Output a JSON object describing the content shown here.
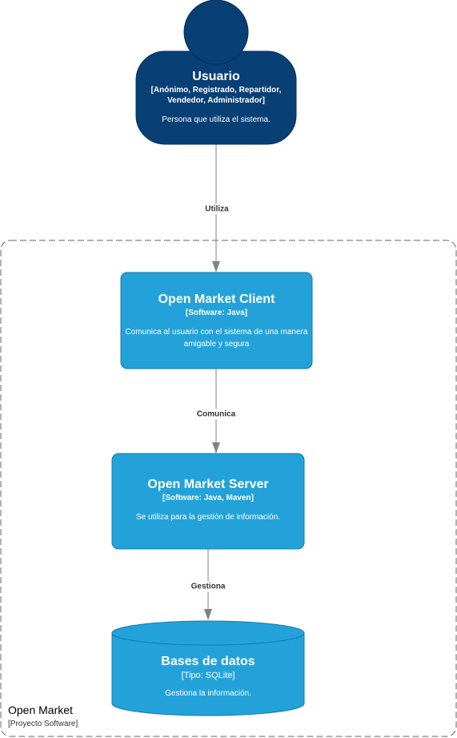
{
  "colors": {
    "person": "#083f75",
    "person_stroke": "#06315c",
    "container": "#23a2d9",
    "container_stroke": "#0e7db0",
    "edge": "#828282",
    "boundary": "#666666"
  },
  "person": {
    "title": "Usuario",
    "tech": "[Anónimo, Registrado, Repartidor, Vendedor, Administrador]",
    "description": "Persona que utiliza el sistema."
  },
  "boundary": {
    "title": "Open Market",
    "type": "[Proyecto Software]"
  },
  "client": {
    "title": "Open Market Client",
    "tech": "[Software: Java]",
    "description": "Comunica al usuario con el sistema de una manera amigable y segura"
  },
  "server": {
    "title": "Open Market Server",
    "tech": "[Software: Java, Maven]",
    "description": "Se utiliza para la gestión de información."
  },
  "database": {
    "title": "Bases de datos",
    "tech": "[Tipo: SQLite]",
    "description": "Gestiona la información."
  },
  "edges": {
    "utiliza": "Utiliza",
    "comunica": "Comunica",
    "gestiona": "Gestiona"
  }
}
